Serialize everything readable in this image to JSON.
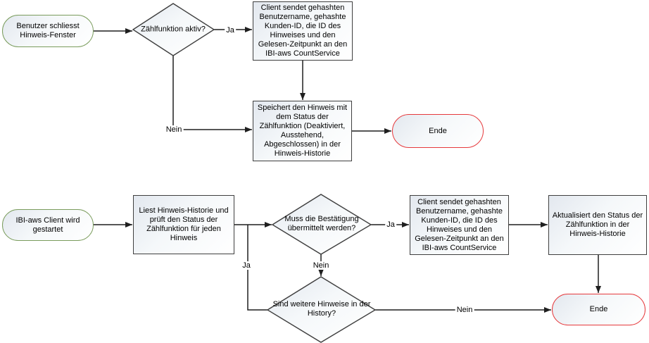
{
  "diagram": {
    "colors": {
      "start_border": "#7a9c5c",
      "end_border": "#e6393c",
      "process_border": "#3f3f3f",
      "connector": "#1f1f1f"
    },
    "flow1": {
      "start": "Benutzer schliesst Hinweis-Fenster",
      "decision_active": "Zählfunktion aktiv?",
      "edge_ja": "Ja",
      "edge_nein": "Nein",
      "process_send": "Client sendet gehashten Benutzername, gehashte Kunden-ID, die ID des Hinweises und den Gelesen-Zeitpunkt an den IBI-aws CountService",
      "process_store": "Speichert den Hinweis mit dem Status der Zählfunktion (Deaktiviert, Ausstehend, Abgeschlossen) in der Hinweis-Historie",
      "end": "Ende"
    },
    "flow2": {
      "start": "IBI-aws Client wird gestartet",
      "process_read": "Liest Hinweis-Historie und prüft den Status der Zählfunktion für jeden Hinweis",
      "decision_transmit": "Muss die Bestätigung übermittelt werden?",
      "edge_ja_transmit": "Ja",
      "edge_nein_transmit": "Nein",
      "process_send": "Client sendet gehashten Benutzername, gehashte Kunden-ID, die ID des Hinweises und den Gelesen-Zeitpunkt an den IBI-aws CountService",
      "process_update": "Aktualisiert den Status der Zählfunktion in der Hinweis-Historie",
      "decision_more": "Sind weitere Hinweise in der History?",
      "edge_ja_more": "Ja",
      "edge_nein_more": "Nein",
      "end": "Ende"
    }
  }
}
